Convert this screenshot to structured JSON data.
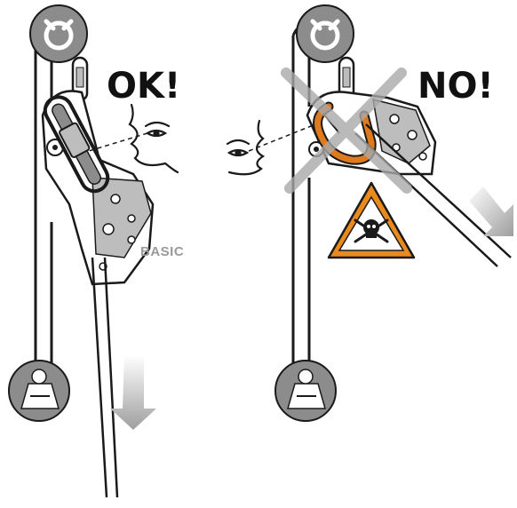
{
  "labels": {
    "correct": "OK!",
    "incorrect": "NO!",
    "device": "BASIC"
  },
  "colors": {
    "anchor_grey": "#8c8c8c",
    "device_grey": "#bdbdbd",
    "outline": "#1a1a1a",
    "carabiner_orange": "#e07a1f",
    "warning_orange": "#e88a1e",
    "cross_grey": "#a9a9a9",
    "arrow_grey": "#9e9e9e"
  },
  "icons": {
    "top_anchor": "anchor-ring-icon",
    "bottom_anchor": "pulley-anchor-icon",
    "warning": "skull-warning-icon",
    "direction": "down-arrow-icon",
    "observer": "face-eye-icon"
  }
}
